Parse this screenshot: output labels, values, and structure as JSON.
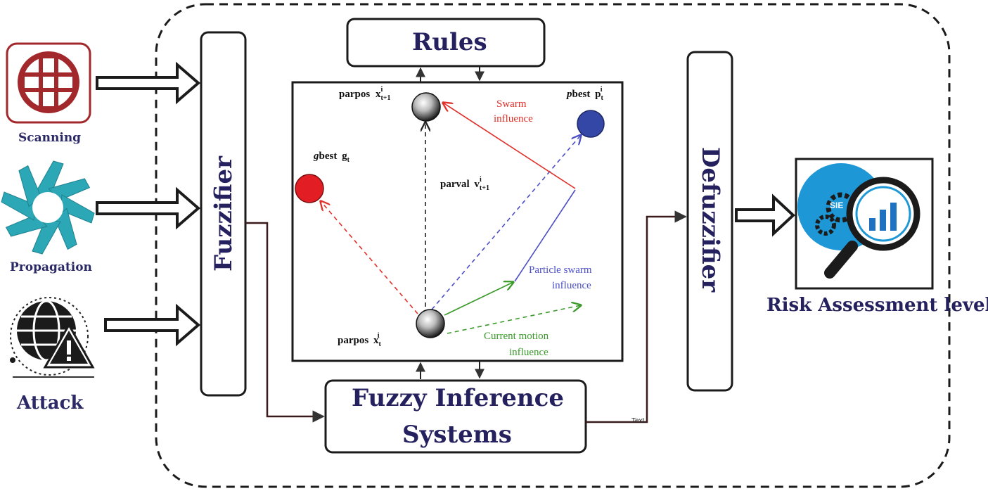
{
  "inputs": {
    "scanning": "Scanning",
    "propagation": "Propagation",
    "attack": "Attack"
  },
  "blocks": {
    "fuzzifier": "Fuzzifier",
    "rules": "Rules",
    "inference_line1": "Fuzzy Inference",
    "inference_line2": "Systems",
    "defuzzifier": "Defuzzifier",
    "connector_text": "Text"
  },
  "output": {
    "label": "Risk Assessment level",
    "icon_text": "SIE"
  },
  "pso": {
    "parpos_next": "parpos",
    "parpos_next_var": "x",
    "parpos_next_sub": "t+1",
    "parpos_next_sup": "i",
    "pbest_prefix": "p",
    "pbest_rest": "best",
    "pbest_var": "p",
    "pbest_sub": "t",
    "pbest_sup": "i",
    "gbest_prefix": "g",
    "gbest_rest": "best",
    "gbest_var": "g",
    "gbest_sub": "t",
    "parval": "parval",
    "parval_var": "v",
    "parval_sub": "t+1",
    "parval_sup": "i",
    "parpos_cur": "parpos",
    "parpos_cur_var": "x",
    "parpos_cur_sub": "t",
    "parpos_cur_sup": "i",
    "swarm_line1": "Swarm",
    "swarm_line2": "influence",
    "particle_line1": "Particle swarm",
    "particle_line2": "influence",
    "motion_line1": "Current motion",
    "motion_line2": "influence"
  },
  "colors": {
    "title_navy": "#24215e",
    "swarm_red": "#e0302a",
    "particle_blue": "#4b4fc4",
    "motion_green": "#3a9a2a",
    "gbest_red": "#e21d24",
    "pbest_blue": "#3547a6",
    "scanning_red": "#a2282c",
    "propagation_teal": "#2ba7b5"
  }
}
